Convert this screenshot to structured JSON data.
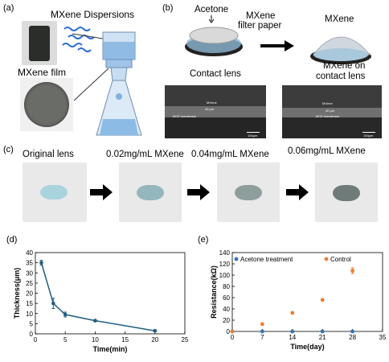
{
  "panels": {
    "a": {
      "label": "(a)",
      "dispersions": "MXene Dispersions",
      "film": "MXene film"
    },
    "b": {
      "label": "(b)",
      "acetone": "Acetone",
      "mxene_filter_line1": "MXene",
      "mxene_filter_line2": "filter paper",
      "contact_lens": "Contact lens",
      "mxene_right": "MXene",
      "mxene_on_line1": "MXene on",
      "mxene_on_line2": "contact lens",
      "sem_left": {
        "mxene": "MXene",
        "thickness": "30 μm",
        "membrane": "MCE membrane",
        "scale": "100μm"
      },
      "sem_right": {
        "mxene": "MXene",
        "thickness": "30 μm",
        "membrane": "MCE membrane",
        "scale": "100μm"
      }
    },
    "c": {
      "label": "(c)",
      "captions": [
        "Original lens",
        "0.02mg/mL MXene",
        "0.04mg/mL MXene",
        "0.06mg/mL MXene"
      ]
    },
    "d": {
      "label": "(d)"
    },
    "e": {
      "label": "(e)"
    }
  },
  "chart_data": [
    {
      "type": "line",
      "xlabel": "Time(min)",
      "ylabel": "Thickness(μm)",
      "xlim": [
        0,
        25
      ],
      "ylim": [
        0,
        40
      ],
      "xticks": [
        0,
        5,
        10,
        15,
        20,
        25
      ],
      "yticks": [
        0,
        5,
        10,
        15,
        20,
        25,
        30,
        35,
        40
      ],
      "color": "#1f5e80",
      "x": [
        1,
        3,
        5,
        10,
        20
      ],
      "y": [
        35,
        15,
        9.5,
        6.5,
        1.5
      ],
      "err": [
        1.2,
        2.5,
        1.2,
        0.5,
        0.5
      ]
    },
    {
      "type": "scatter",
      "xlabel": "Time(day)",
      "ylabel": "Resistance(kΩ)",
      "xlim": [
        0,
        35
      ],
      "ylim": [
        0,
        140
      ],
      "xticks": [
        0,
        7,
        14,
        21,
        28,
        35
      ],
      "yticks": [
        0,
        20,
        40,
        60,
        80,
        100,
        120,
        140
      ],
      "legend_position": "top-left",
      "series": [
        {
          "name": "Acetone treatment",
          "color": "#2e75b6",
          "x": [
            0,
            7,
            14,
            21,
            28
          ],
          "y": [
            0,
            0,
            0,
            0,
            0
          ],
          "err": [
            0,
            0,
            0,
            0,
            0
          ]
        },
        {
          "name": "Control",
          "color": "#ed7d31",
          "x": [
            0,
            7,
            14,
            21,
            28
          ],
          "y": [
            0,
            13,
            33,
            56,
            108
          ],
          "err": [
            0,
            0,
            0,
            0,
            5
          ]
        }
      ]
    }
  ]
}
